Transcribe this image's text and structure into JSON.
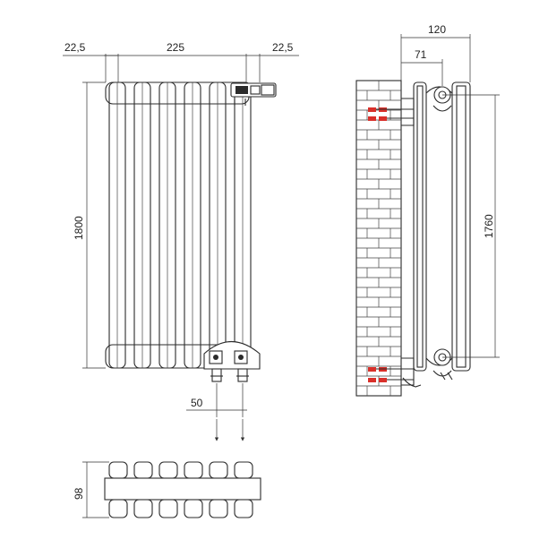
{
  "dimensions": {
    "front_left_margin": "22,5",
    "front_width": "225",
    "front_right_margin": "22,5",
    "front_height": "1800",
    "pipe_spacing": "50",
    "side_depth": "120",
    "side_wall_offset": "71",
    "side_axis_height": "1760",
    "bottom_depth": "98"
  },
  "colors": {
    "line": "#2b2b2b",
    "accent": "#d9302a"
  }
}
